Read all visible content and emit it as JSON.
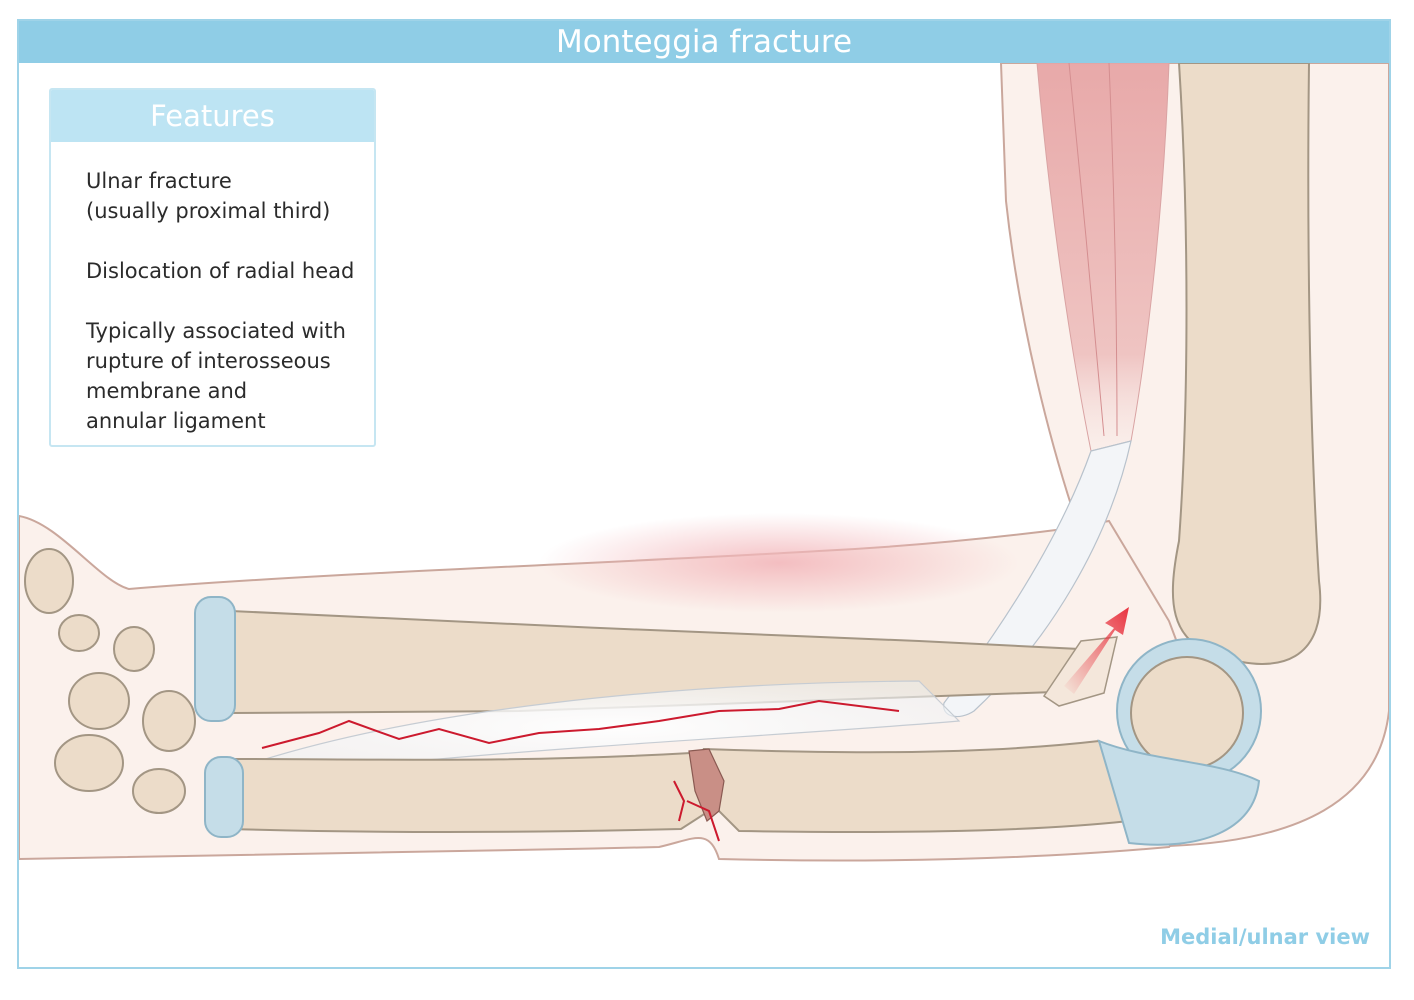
{
  "title": "Monteggia fracture",
  "features": {
    "heading": "Features",
    "items": [
      "Ulnar fracture\n(usually proximal third)",
      "Dislocation of  radial head",
      "Typically associated with\nrupture of interosseous\nmembrane and\nannular ligament"
    ]
  },
  "view_label": "Medial/ulnar view",
  "colors": {
    "frame": "#9fd3e8",
    "title_bar": "#8fcde6",
    "features_header": "#bde4f3",
    "skin": "#fbf1ec",
    "skin_outline": "#caa79c",
    "bone": "#ecdcc9",
    "bone_outline": "#a39684",
    "cartilage": "#c5dde8",
    "muscle": "#e8a9a9",
    "fracture_line": "#cc1a2e",
    "arrow": "#e8333f"
  }
}
